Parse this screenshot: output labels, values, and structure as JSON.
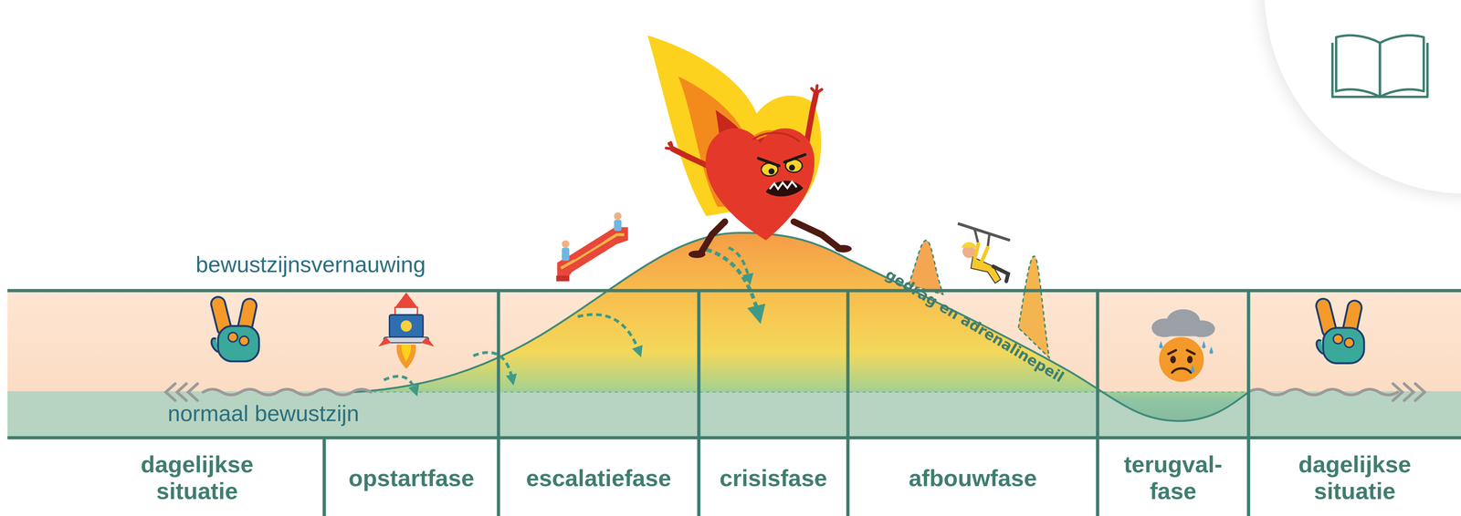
{
  "diagram": {
    "labels": [
      "bewustzijnsvernauwing",
      "normaal bewustzijn",
      "gedrag en adrenalinepeil",
      "dagelijkse situatie",
      "opstartfase",
      "escalatiefase",
      "crisisfase",
      "afbouwfase",
      "terugval- fase",
      "dagelijkse situatie"
    ]
  }
}
